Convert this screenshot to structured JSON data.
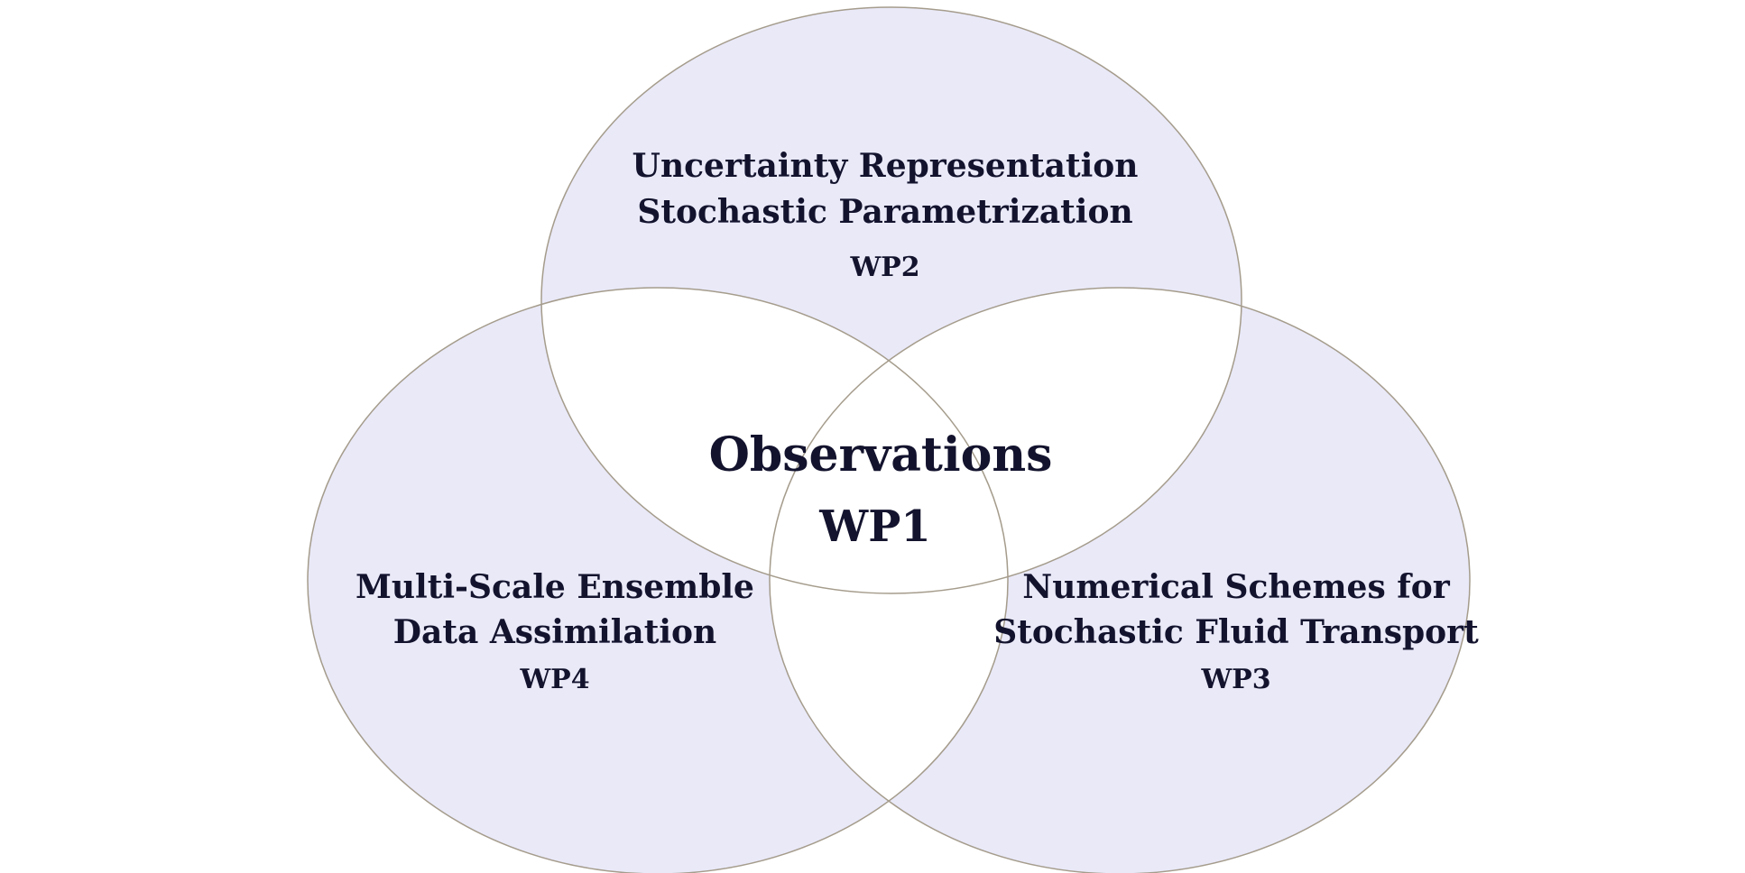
{
  "venn": {
    "center": {
      "title": "Observations",
      "wp": "WP1"
    },
    "top": {
      "line1": "Uncertainty Representation",
      "line2": "Stochastic Parametrization",
      "wp": "WP2"
    },
    "left": {
      "line1": "Multi-Scale Ensemble",
      "line2": "Data Assimilation",
      "wp": "WP4"
    },
    "right": {
      "line1": "Numerical Schemes for",
      "line2": "Stochastic Fluid Transport",
      "wp": "WP3"
    },
    "colors": {
      "fill": "#e9e9f8",
      "overlap": "#ffffff",
      "stroke": "#a59c8c",
      "text": "#13132e"
    }
  }
}
